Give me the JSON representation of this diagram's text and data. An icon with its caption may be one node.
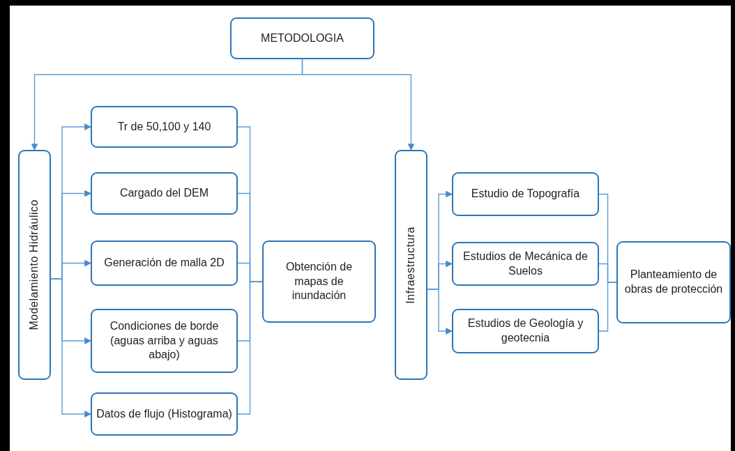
{
  "diagram": {
    "nodes": [
      {
        "text": [
          "METODOLOGIA"
        ]
      },
      {
        "text": [
          "Modelamiento Hidráulico"
        ]
      },
      {
        "text": [
          "Tr de 50,100 y 140"
        ]
      },
      {
        "text": [
          "Cargado del DEM"
        ]
      },
      {
        "text": [
          "Generación de malla 2D"
        ]
      },
      {
        "text": [
          "Condiciones de borde (aguas arriba y aguas abajo)"
        ]
      },
      {
        "text": [
          "Datos de flujo (Histograma)"
        ]
      },
      {
        "text": [
          "Obtención de mapas de inundación"
        ]
      },
      {
        "text": [
          "Infraestructura"
        ]
      },
      {
        "text": [
          "Estudio de Topografía"
        ]
      },
      {
        "text": [
          "Estudios de Mecánica de Suelos"
        ]
      },
      {
        "text": [
          "Estudios de Geología y geotecnia"
        ]
      },
      {
        "text": [
          "Planteamiento de obras de protección"
        ]
      }
    ],
    "edges": [
      {
        "from": 0,
        "to": 1,
        "arrow": "to"
      },
      {
        "from": 0,
        "to": 8,
        "arrow": "to"
      },
      {
        "from": 1,
        "to": 2,
        "arrow": "to"
      },
      {
        "from": 1,
        "to": 3,
        "arrow": "to"
      },
      {
        "from": 1,
        "to": 4,
        "arrow": "to"
      },
      {
        "from": 1,
        "to": 5,
        "arrow": "to"
      },
      {
        "from": 1,
        "to": 6,
        "arrow": "to"
      },
      {
        "from": 2,
        "to": 7,
        "arrow": "none"
      },
      {
        "from": 3,
        "to": 7,
        "arrow": "none"
      },
      {
        "from": 4,
        "to": 7,
        "arrow": "none"
      },
      {
        "from": 5,
        "to": 7,
        "arrow": "none"
      },
      {
        "from": 6,
        "to": 7,
        "arrow": "none"
      },
      {
        "from": 8,
        "to": 9,
        "arrow": "to"
      },
      {
        "from": 8,
        "to": 10,
        "arrow": "to"
      },
      {
        "from": 8,
        "to": 11,
        "arrow": "to"
      },
      {
        "from": 9,
        "to": 12,
        "arrow": "none"
      },
      {
        "from": 10,
        "to": 12,
        "arrow": "none"
      },
      {
        "from": 11,
        "to": 12,
        "arrow": "none"
      }
    ]
  }
}
